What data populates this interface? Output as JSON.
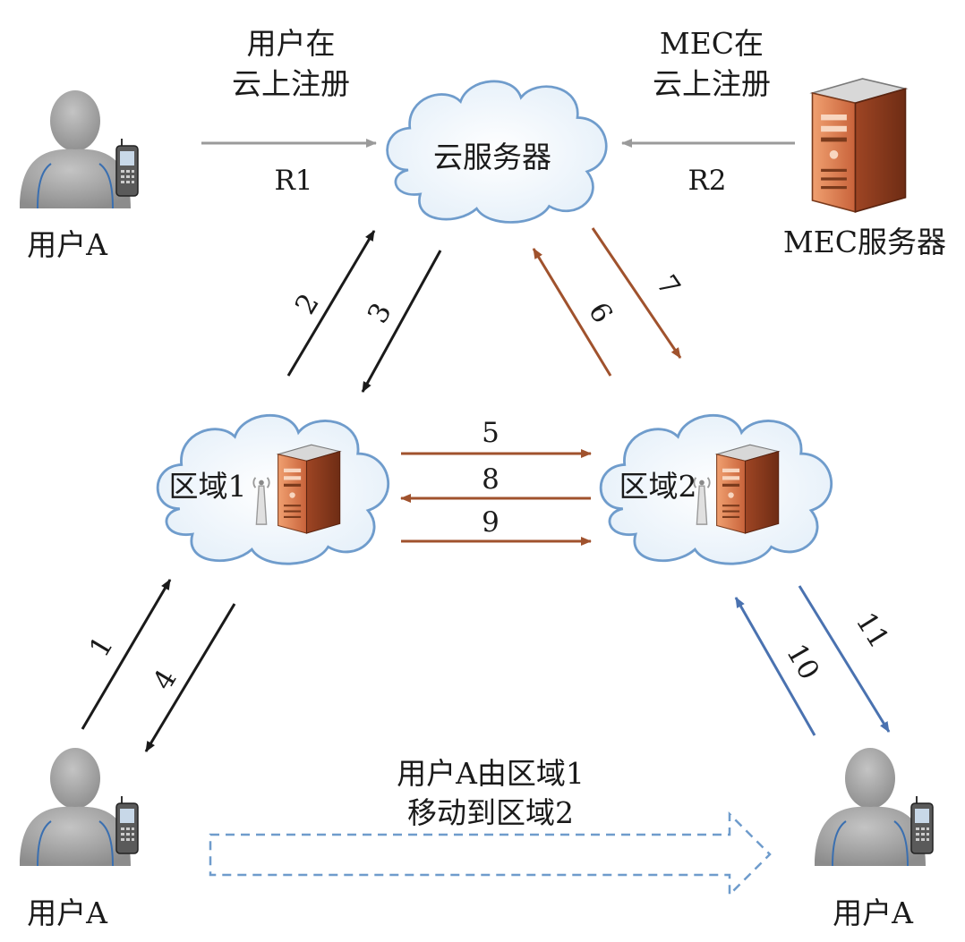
{
  "nodes": {
    "cloud_server": "云服务器",
    "mec_server": "MEC服务器",
    "region1": "区域1",
    "region2": "区域2",
    "user_top": "用户A",
    "user_bottom_left": "用户A",
    "user_bottom_right": "用户A"
  },
  "annotations": {
    "user_register_line1": "用户在",
    "user_register_line2": "云上注册",
    "mec_register_line1": "MEC在",
    "mec_register_line2": "云上注册",
    "move_line1": "用户A由区域1",
    "move_line2": "移动到区域2"
  },
  "steps": {
    "r1": "R1",
    "r2": "R2",
    "s1": "1",
    "s2": "2",
    "s3": "3",
    "s4": "4",
    "s5": "5",
    "s6": "6",
    "s7": "7",
    "s8": "8",
    "s9": "9",
    "s10": "10",
    "s11": "11"
  },
  "colors": {
    "black_arrow": "#1a1a1a",
    "orange_arrow": "#a0522d",
    "blue_arrow": "#4a72b0",
    "gray_arrow": "#9a9a9a",
    "cloud_fill": "#eaf3fb",
    "cloud_stroke": "#6f9ccc",
    "dashed_arrow": "#6f9ccc"
  },
  "icons": {
    "user": "user-phone-icon",
    "server": "server-tower-icon",
    "antenna": "antenna-icon",
    "cloud": "cloud-shape"
  }
}
